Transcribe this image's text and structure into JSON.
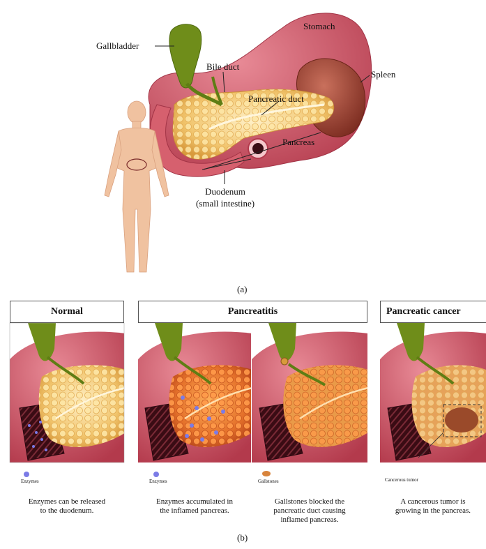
{
  "part_a": {
    "labels": {
      "gallbladder": "Gallbladder",
      "stomach": "Stomach",
      "bile_duct": "Bile duct",
      "spleen": "Spleen",
      "pancreatic_duct": "Pancreatic duct",
      "pancreas": "Pancreas",
      "duodenum": "Duodenum",
      "small_intestine": "(small intestine)"
    },
    "caption": "(a)"
  },
  "part_b": {
    "panels": [
      {
        "title": "Normal",
        "caption": [
          "Enzymes can be released",
          "to the duodenum."
        ],
        "legend": "Enzymes"
      },
      {
        "title": "Pancreatitis",
        "caption": [
          "Enzymes accumulated in",
          "the inflamed pancreas."
        ],
        "legend": "Enzymes",
        "caption2": [
          "Gallstones blocked the",
          "pancreatic duct causing",
          "inflamed pancreas."
        ],
        "legend2": "Gallstones"
      },
      {
        "title": "Pancreatic cancer",
        "caption": [
          "A cancerous tumor is",
          "growing in the pancreas."
        ],
        "legend": "Cancerous tumor"
      }
    ],
    "caption": "(b)"
  },
  "colors": {
    "stomach": "#c94a5a",
    "stomach_light": "#e07a86",
    "pancreas": "#f2c46a",
    "pancreas_light": "#fbe2a2",
    "gallbladder": "#6f8d1a",
    "spleen": "#9e4a3c",
    "duodenum_wall": "#5a1a22",
    "inflamed": "#e4702a",
    "enzyme": "#7b7be6",
    "body": "#f0c2a0"
  }
}
